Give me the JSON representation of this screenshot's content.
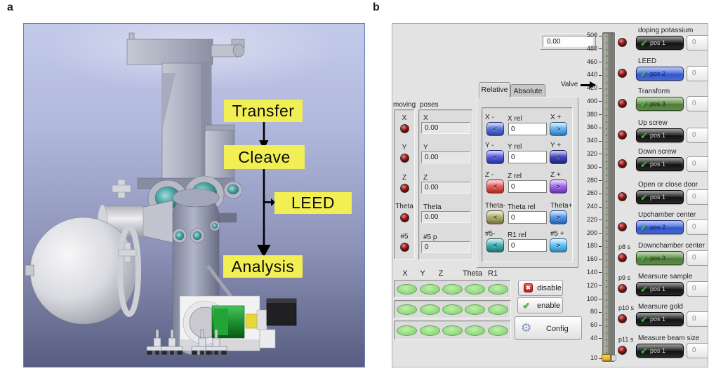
{
  "figure": {
    "panel_a_tag": "a",
    "panel_b_tag": "b"
  },
  "panel_a": {
    "description": "3D rendering of vacuum chamber system",
    "label_bg_color": "#f2ef55",
    "labels": {
      "transfer": "Transfer",
      "cleave": "Cleave",
      "leed": "LEED",
      "analysis": "Analysis"
    }
  },
  "panel_b": {
    "readout": {
      "value": "0.00"
    },
    "valve_label": "Valve",
    "slider_ticks": [
      "500",
      "480",
      "460",
      "440",
      "420",
      "400",
      "380",
      "360",
      "340",
      "320",
      "300",
      "280",
      "260",
      "240",
      "220",
      "200",
      "180",
      "160",
      "140",
      "120",
      "100",
      "80",
      "60",
      "40",
      "10"
    ],
    "moving": {
      "title": "moving",
      "axes": [
        "X",
        "Y",
        "Z",
        "Theta",
        "#5"
      ]
    },
    "poses": {
      "title": "poses",
      "fields": [
        {
          "label": "X",
          "value": "0.00"
        },
        {
          "label": "Y",
          "value": "0.00"
        },
        {
          "label": "Z",
          "value": "0.00"
        },
        {
          "label": "Theta",
          "value": "0.00"
        },
        {
          "label": "#5 p",
          "value": "0"
        }
      ]
    },
    "tabs": {
      "relative": "Relative",
      "absolute": "Absolute"
    },
    "jog_rows": [
      {
        "minus": "X -",
        "rel": "X rel",
        "value": "0",
        "plus": "X +",
        "minus_color": "#4f6cd8",
        "plus_color": "#57aef0"
      },
      {
        "minus": "Y -",
        "rel": "Y rel",
        "value": "0",
        "plus": "Y +",
        "minus_color": "#4f55dd",
        "plus_color": "#3c41b8"
      },
      {
        "minus": "Z -",
        "rel": "Z rel",
        "value": "0",
        "plus": "Z +",
        "minus_color": "#e85252",
        "plus_color": "#9a5fe8"
      },
      {
        "minus": "Theta-",
        "rel": "Theta rel",
        "value": "0",
        "plus": "Theta+",
        "minus_color": "#a8a85f",
        "plus_color": "#4b90e8"
      },
      {
        "minus": "#5-",
        "rel": "R1 rel",
        "value": "0",
        "plus": "#5 +",
        "minus_color": "#3aa9ac",
        "plus_color": "#55bdf2"
      }
    ],
    "axis_headers": [
      "X",
      "Y",
      "Z",
      "Theta",
      "R1"
    ],
    "actions": {
      "disable": "disable",
      "enable": "enable",
      "config": "Config"
    },
    "icons": {
      "disable_icon": "red-cross-box",
      "enable_icon": "green-check",
      "config_icon": "gear",
      "jog_icons": "arrow-left / arrow-right",
      "preset_icon": "green-check"
    },
    "presets": [
      {
        "prefix": "",
        "title": "doping potassium",
        "pos": "pos 1",
        "variant": "dark",
        "value": "0"
      },
      {
        "prefix": "",
        "title": "LEED",
        "pos": "pos 2",
        "variant": "blue",
        "value": "0"
      },
      {
        "prefix": "",
        "title": "Transform",
        "pos": "pos 3",
        "variant": "green",
        "value": "0"
      },
      {
        "prefix": "",
        "title": "Up screw",
        "pos": "pos 1",
        "variant": "dark",
        "value": "0"
      },
      {
        "prefix": "",
        "title": "Down screw",
        "pos": "pos 1",
        "variant": "dark",
        "value": "0"
      },
      {
        "prefix": "",
        "title": "Open or close door",
        "pos": "pos 1",
        "variant": "dark",
        "value": "0"
      },
      {
        "prefix": "",
        "title": "Upchamber center",
        "pos": "pos 2",
        "variant": "blue",
        "value": "0"
      },
      {
        "prefix": "p8 s",
        "title": "Downchamber center",
        "pos": "pos 3",
        "variant": "green",
        "value": "0"
      },
      {
        "prefix": "p9 s",
        "title": "Mearsure sample",
        "pos": "pos 1",
        "variant": "dark",
        "value": "0"
      },
      {
        "prefix": "p10 s",
        "title": "Mearsure gold",
        "pos": "pos 1",
        "variant": "dark",
        "value": "0"
      },
      {
        "prefix": "p11 s",
        "title": "Measure beam size",
        "pos": "pos 1",
        "variant": "dark",
        "value": "0"
      }
    ],
    "colors": {
      "pos_dark": "#2e2e2e",
      "pos_blue": "#4a6fd8",
      "pos_green": "#5f8f4a",
      "led_red": "#b01c1c",
      "oval_green": "#90da7e",
      "thumb_yellow": "#e8c030"
    }
  }
}
